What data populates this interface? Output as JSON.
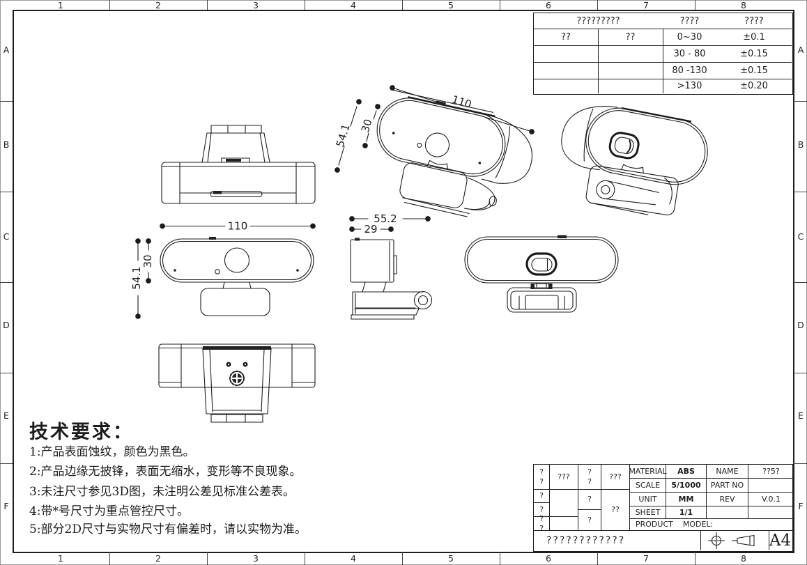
{
  "sheet": {
    "columns": [
      "1",
      "2",
      "3",
      "4",
      "5",
      "6",
      "7",
      "8"
    ],
    "rows": [
      "A",
      "B",
      "C",
      "D",
      "E",
      "F"
    ],
    "paper_size": "A4"
  },
  "tolerance_table": {
    "header_left": "?????????",
    "header_range": "????",
    "header_tolerance": "????",
    "sub_left_1": "??",
    "sub_left_2": "??",
    "rows": [
      {
        "range": "0~30",
        "tolerance": "±0.1"
      },
      {
        "range": "30 - 80",
        "tolerance": "±0.15"
      },
      {
        "range": "80 -130",
        "tolerance": "±0.15"
      },
      {
        "range": ">130",
        "tolerance": "±0.20"
      }
    ]
  },
  "dims": {
    "width": "110",
    "height": "54.1",
    "body_height": "30",
    "depth": "55.2",
    "body_depth": "29"
  },
  "tech_requirements": {
    "title": "技术要求：",
    "items": [
      "1:产品表面蚀纹，颜色为黑色。",
      "2:产品边缘无披锋，表面无缩水，变形等不良现象。",
      "3:未注尺寸参见3D图，未注明公差见标准公差表。",
      "4:带*号尺寸为重点管控尺寸。",
      "5:部分2D尺寸与实物尺寸有偏差时，请以实物为准。"
    ]
  },
  "title_block": {
    "sign_grid": {
      "c1r1": "?\n?",
      "c1r2": "?",
      "c1r3": "?",
      "c1r4": "?\n?",
      "c2r1": "???",
      "c3r1": "?\n?",
      "c3r2": "?",
      "c3r3": "?",
      "c4r1": "???",
      "c4r2": "??"
    },
    "material_label": "MATERIAL",
    "material_value": "ABS",
    "name_label": "NAME",
    "name_value": "??5?",
    "scale_label": "SCALE",
    "scale_value": "5/1000",
    "part_no_label": "PART NO",
    "part_no_value": "",
    "unit_label": "UNIT",
    "unit_value": "MM",
    "rev_label": "REV",
    "rev_value": "V.0.1",
    "sheet_label": "SHEET",
    "sheet_value": "1/1",
    "product_label": "PRODUCT",
    "model_label": "MODEL:",
    "company": "????????????",
    "paper_size": "A4"
  }
}
